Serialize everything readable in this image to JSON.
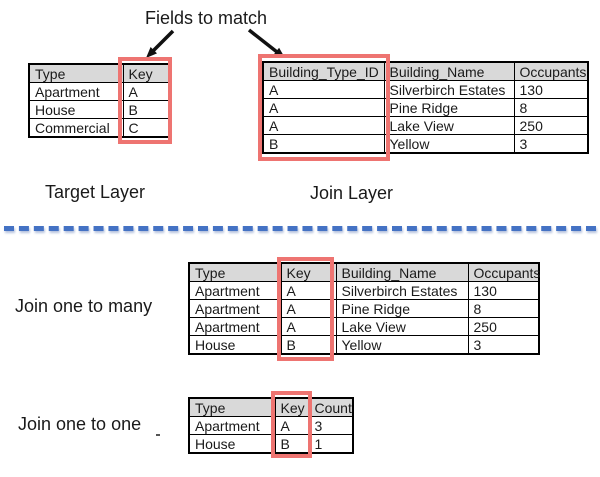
{
  "title_label": "Fields to match",
  "labels": {
    "target_layer": "Target Layer",
    "join_layer": "Join Layer",
    "join_one_to_many": "Join one to many",
    "join_one_to_one": "Join one to one"
  },
  "icons": {
    "left_arrow": "arrow-down-left",
    "right_arrow": "arrow-down-right"
  },
  "colors": {
    "highlight_red": "#ee7471",
    "divider_blue": "#4472c4",
    "header_gray": "#d9d9d9",
    "arrow_black": "#111111"
  },
  "tables": {
    "target": {
      "headers": [
        "Type",
        "Key"
      ],
      "rows": [
        [
          "Apartment",
          "A"
        ],
        [
          "House",
          "B"
        ],
        [
          "Commercial",
          "C"
        ]
      ]
    },
    "join_layer": {
      "headers": [
        "Building_Type_ID",
        "Building_Name",
        "Occupants"
      ],
      "rows": [
        [
          "A",
          "Silverbirch Estates",
          "130"
        ],
        [
          "A",
          "Pine Ridge",
          "8"
        ],
        [
          "A",
          "Lake View",
          "250"
        ],
        [
          "B",
          "Yellow",
          "3"
        ]
      ]
    },
    "join_one_to_many": {
      "headers": [
        "Type",
        "Key",
        "Building_Name",
        "Occupants"
      ],
      "rows": [
        [
          "Apartment",
          "A",
          "Silverbirch Estates",
          "130"
        ],
        [
          "Apartment",
          "A",
          "Pine Ridge",
          "8"
        ],
        [
          "Apartment",
          "A",
          "Lake View",
          "250"
        ],
        [
          "House",
          "B",
          "Yellow",
          "3"
        ]
      ]
    },
    "join_one_to_one": {
      "headers": [
        "Type",
        "Key",
        "Count"
      ],
      "rows": [
        [
          "Apartment",
          "A",
          "3"
        ],
        [
          "House",
          "B",
          "1"
        ]
      ]
    }
  }
}
